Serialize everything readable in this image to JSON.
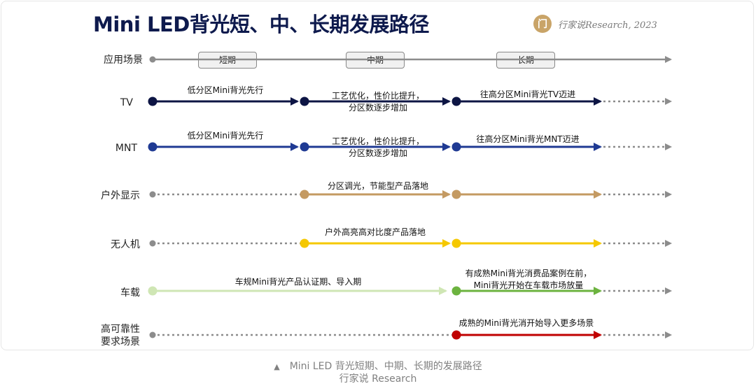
{
  "title": "Mini LED背光短、中、长期发展路径",
  "brand": {
    "logo_glyph": "门",
    "text": "行家说Research, 2023",
    "color": "#c9a468"
  },
  "timeline": {
    "label": "应用场景",
    "phases": [
      "短期",
      "中期",
      "长期"
    ]
  },
  "rows": [
    {
      "label": "TV",
      "color": "#0d1544",
      "ann_short": "低分区Mini背光先行",
      "ann_mid": "工艺优化，性价比提升，\n分区数逐步增加",
      "ann_long": "往高分区Mini背光TV迈进"
    },
    {
      "label": "MNT",
      "color": "#1f3a93",
      "ann_short": "低分区Mini背光先行",
      "ann_mid": "工艺优化，性价比提升，\n分区数逐步增加",
      "ann_long": "往高分区Mini背光MNT迈进"
    },
    {
      "label": "户外显示",
      "color": "#c49a62",
      "ann_mid": "分区调光，节能型产品落地"
    },
    {
      "label": "无人机",
      "color": "#f5c800",
      "ann_mid": "户外高亮高对比度产品落地"
    },
    {
      "label": "车载",
      "color_light": "#cfe6b4",
      "color": "#6cb33f",
      "ann_short": "车规Mini背光产品认证期、导入期",
      "ann_long": "有成熟Mini背光消费品案例在前，\nMini背光开始在车载市场放量"
    },
    {
      "label": "高可靠性\n要求场景",
      "color": "#c00000",
      "ann_long": "成熟的Mini背光消开始导入更多场景"
    }
  ],
  "caption": {
    "line1": "Mini LED 背光短期、中期、长期的发展路径",
    "line2": "行家说 Research"
  }
}
